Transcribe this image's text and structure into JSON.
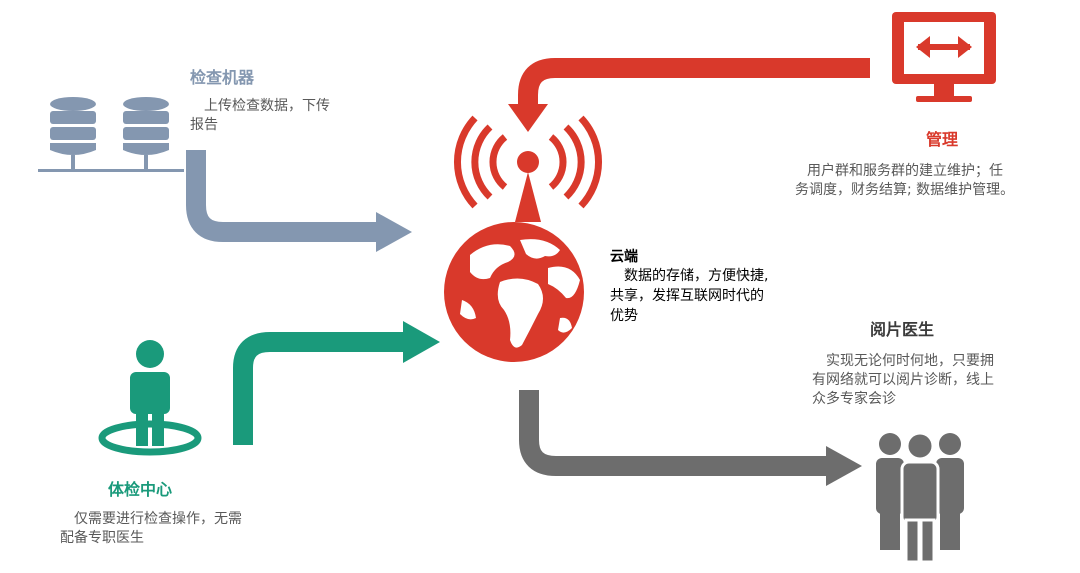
{
  "colors": {
    "gray_blue": "#8497b0",
    "red": "#d9392b",
    "green": "#1a9a7b",
    "dark_gray": "#6d6d6d",
    "text_gray": "#595959"
  },
  "inspection_machine": {
    "title": "检查机器",
    "desc_line1": "　上传检查数据，下传",
    "desc_line2": "报告",
    "icon": "database-server-icon"
  },
  "management": {
    "title": "管理",
    "desc_line1": "用户群和服务群的建立维护；任",
    "desc_line2": "务调度，财务结算; 数据维护管理。",
    "icon": "monitor-arrows-icon"
  },
  "cloud": {
    "title": "云端",
    "desc_line1": "　数据的存储，方便快捷,",
    "desc_line2": "共享，发挥互联网时代的",
    "desc_line3": "优势",
    "icon": "globe-antenna-icon"
  },
  "reading_doctor": {
    "title": "阅片医生",
    "desc_line1": "　实现无论何时何地，只要拥",
    "desc_line2": "有网络就可以阅片诊断，线上",
    "desc_line3": "众多专家会诊",
    "icon": "people-group-icon"
  },
  "exam_center": {
    "title": "体检中心",
    "desc_line1": "　仅需要进行检查操作，无需",
    "desc_line2": "配备专职医生",
    "icon": "person-location-icon"
  }
}
